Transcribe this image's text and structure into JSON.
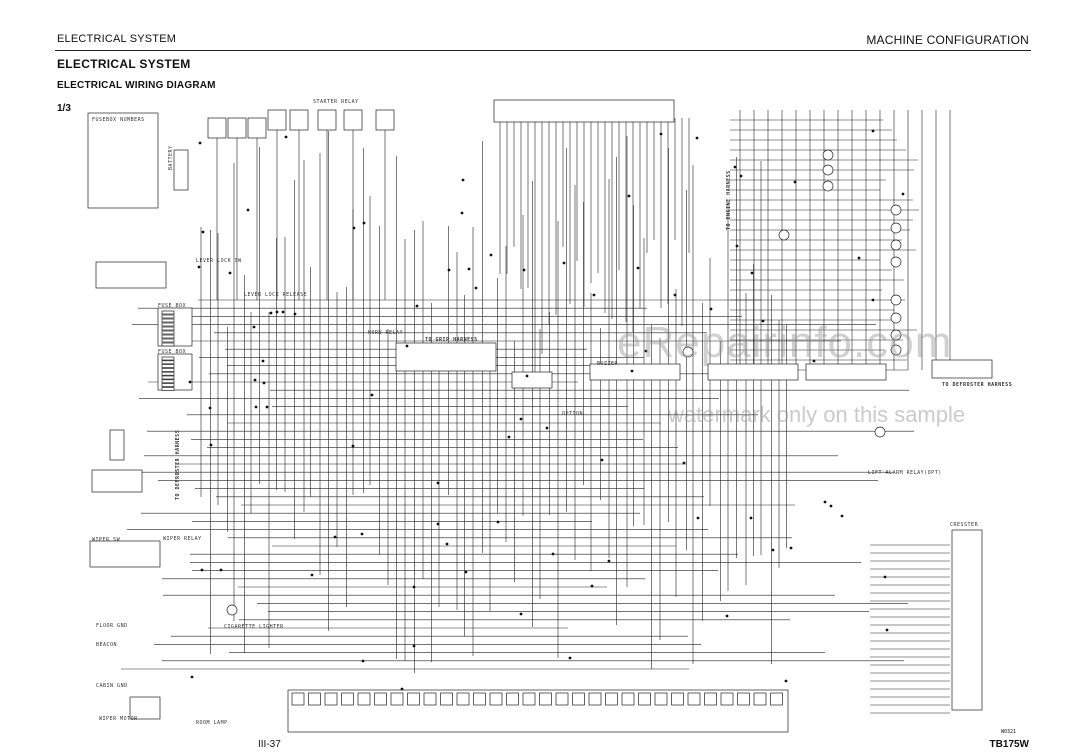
{
  "header": {
    "left": "ELECTRICAL SYSTEM",
    "right": "MACHINE CONFIGURATION"
  },
  "titles": {
    "section": "ELECTRICAL SYSTEM",
    "subsection": "ELECTRICAL WIRING DIAGRAM",
    "page_fraction": "1/3"
  },
  "labels": {
    "fuse_box_numbers": "FUSEBOX NUMBERS",
    "battery": "BATTERY",
    "fuse_box": "FUSE BOX",
    "to_grip_harness": "TO GRIP HARNESS",
    "to_engine_harness": "TO ENGINE HARNESS",
    "to_defroster_harness": "TO DEFROSTER HARNESS",
    "cigarette_lighter": "CIGARETTE LIGHTER",
    "wiper_motor": "WIPER MOTOR",
    "buzzer": "BUZZER",
    "option": "OPTION",
    "cresster": "CRESSTER",
    "lift_alarm": "LIFT ALARM RELAY(OPT)",
    "horn_relay": "HORN RELAY",
    "starter_relay": "STARTER RELAY",
    "lever_lock_sw": "LEVER LOCK SW",
    "lever_lock_release": "LEVER LOCK RELEASE",
    "wiper_sw": "WIPER SW",
    "wiper_relay": "WIPER RELAY",
    "beacon": "BEACON",
    "cabin_gnd": "CABIN GND",
    "floor_gnd": "FLOOR GND",
    "room_lamp": "ROOM LAMP",
    "drawing_code": "W0321"
  },
  "watermark": {
    "line1": "eRepairinfo.com",
    "line2": "watermark only on this sample"
  },
  "footer": {
    "page": "III-37",
    "model": "TB175W"
  }
}
